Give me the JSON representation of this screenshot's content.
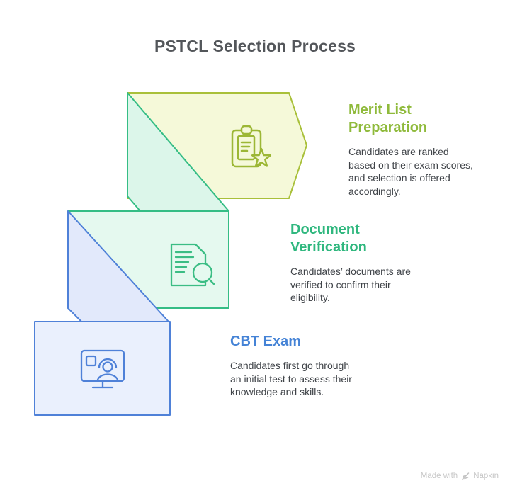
{
  "title": "PSTCL Selection Process",
  "steps": [
    {
      "id": "merit-list-preparation",
      "position": "top",
      "heading": "Merit List Preparation",
      "description": "Candidates are ranked based on their exam scores, and selection is offered accordingly.",
      "icon": "clipboard-star-icon",
      "heading_color": "#8fba3b",
      "fill_color": "#f5f9d9",
      "stroke_color": "#a9c03a",
      "icon_color": "#9cb735"
    },
    {
      "id": "document-verification",
      "position": "middle",
      "heading": "Document Verification",
      "description": "Candidates’ documents are verified to confirm their eligibility.",
      "icon": "document-magnifier-icon",
      "heading_color": "#2fb77e",
      "fill_color": "#e5f9ef",
      "fold_fill_color": "#dcf6ea",
      "stroke_color": "#35bd85",
      "icon_color": "#3bbd84"
    },
    {
      "id": "cbt-exam",
      "position": "bottom",
      "heading": "CBT Exam",
      "description": "Candidates first go through an initial test to assess their knowledge and skills.",
      "icon": "computer-person-icon",
      "heading_color": "#4583d6",
      "fill_color": "#eaf0fd",
      "fold_fill_color": "#e2e9fb",
      "stroke_color": "#4f81d8",
      "icon_color": "#4f81d8"
    }
  ],
  "watermark": {
    "prefix": "Made with",
    "brand": "Napkin"
  }
}
